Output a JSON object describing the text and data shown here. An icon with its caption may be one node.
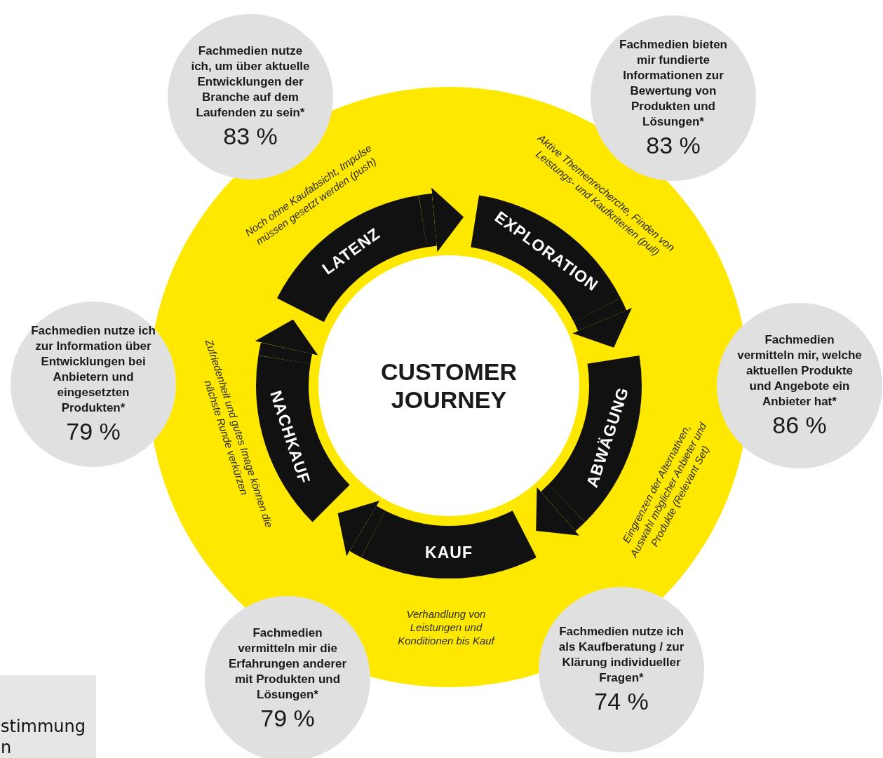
{
  "diagram": {
    "nodes": [
      {
        "text": [
          "Fachmedien nutze ich, um über aktuelle Entwicklungen der Branche auf dem Laufenden zu sein*",
          "83 %"
        ]
      },
      {
        "text": [
          "Fachmedien bieten mir fundierte Informationen zur Bewertung von Produkten und Lösungen*",
          "83 %"
        ]
      },
      {
        "text": [
          "Fachmedien nutze ich zur Information über Entwicklungen bei Anbietern und eingesetzten Produkten*",
          "79 %"
        ]
      },
      {
        "text": [
          "CUSTOMER JOURNEY"
        ]
      },
      {
        "text": [
          "Fachmedien vermitteln mir, welche aktuellen Produkte und Angebote ein Anbieter hat*",
          "86 %"
        ]
      },
      {
        "text": [
          "Fachmedien vermitteln mir die Erfahrungen anderer mit Produkten und Lösungen*",
          "79 %"
        ]
      },
      {
        "text": [
          "Fachmedien nutze ich als Kaufberatung / zur Klärung individueller Fragen*",
          "74 %"
        ]
      },
      {
        "text": [
          "stimmung n"
        ]
      },
      {
        "text": [
          "LATENZ"
        ],
        "beside": [
          "Noch ohne Kaufabsicht, Impulse müssen gesetzt werden (push)"
        ]
      },
      {
        "text": [
          "EXPLORATION"
        ],
        "beside": [
          "Aktive Themenrecherche, Finden von Leistungs- und Kaufkriterien (pull)"
        ]
      },
      {
        "text": [
          "ABWÄGUNG"
        ],
        "beside": [
          "Eingrenzen der Alternativen, Auswahl möglicher Anbieter und Produkte (Relevant Set)"
        ]
      },
      {
        "text": [
          "KAUF"
        ],
        "beside": [
          "Verhandlung von Leistungen und Konditionen bis Kauf"
        ]
      },
      {
        "text": [
          "NACHKAUF"
        ],
        "beside": [
          "Zufriedenheit und gutes Image können die nächste Runde verkürzen"
        ]
      }
    ],
    "edges": [
      {
        "from": 8,
        "to": 9,
        "arrow": "to"
      },
      {
        "from": 9,
        "to": 10,
        "arrow": "to"
      },
      {
        "from": 10,
        "to": 11,
        "arrow": "to"
      },
      {
        "from": 11,
        "to": 12,
        "arrow": "to"
      },
      {
        "from": 12,
        "to": 8,
        "arrow": "to"
      }
    ]
  }
}
